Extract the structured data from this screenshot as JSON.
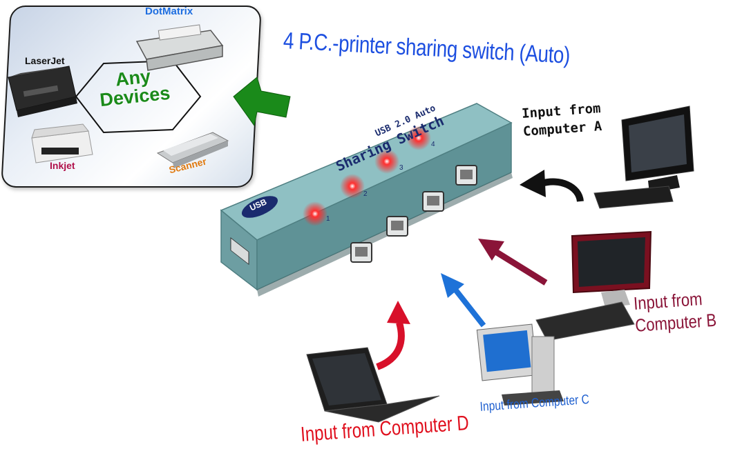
{
  "title": "4 P.C.-printer sharing switch (Auto)",
  "devices_panel": {
    "center_label_line1": "Any",
    "center_label_line2": "Devices",
    "devices": [
      {
        "name": "DotMatrix",
        "color": "#1e6ee0"
      },
      {
        "name": "LaserJet",
        "color": "#111111"
      },
      {
        "name": "Inkjet",
        "color": "#b0104a"
      },
      {
        "name": "Scanner",
        "color": "#e07a10"
      }
    ]
  },
  "switch": {
    "brand": "USB",
    "model_line1": "USB 2.0 Auto",
    "model_line2": "Sharing Switch",
    "ports": [
      "1",
      "2",
      "3",
      "4"
    ],
    "led_color": "#ff2020",
    "body_color": "#7fb0b4"
  },
  "inputs": [
    {
      "label_line1": "Input from",
      "label_line2": "Computer A",
      "color": "#111111"
    },
    {
      "label_line1": "Input from",
      "label_line2": "Computer B",
      "color": "#8a1438"
    },
    {
      "label": "Input from Computer C",
      "color": "#1e5fcf"
    },
    {
      "label": "Input from Computer D",
      "color": "#e0101e"
    }
  ],
  "colors": {
    "arrow_to_devices": "#1a8a1a",
    "arrow_a": "#111111",
    "arrow_b": "#8a1438",
    "arrow_c": "#1e72d8",
    "arrow_d": "#d8102a"
  }
}
